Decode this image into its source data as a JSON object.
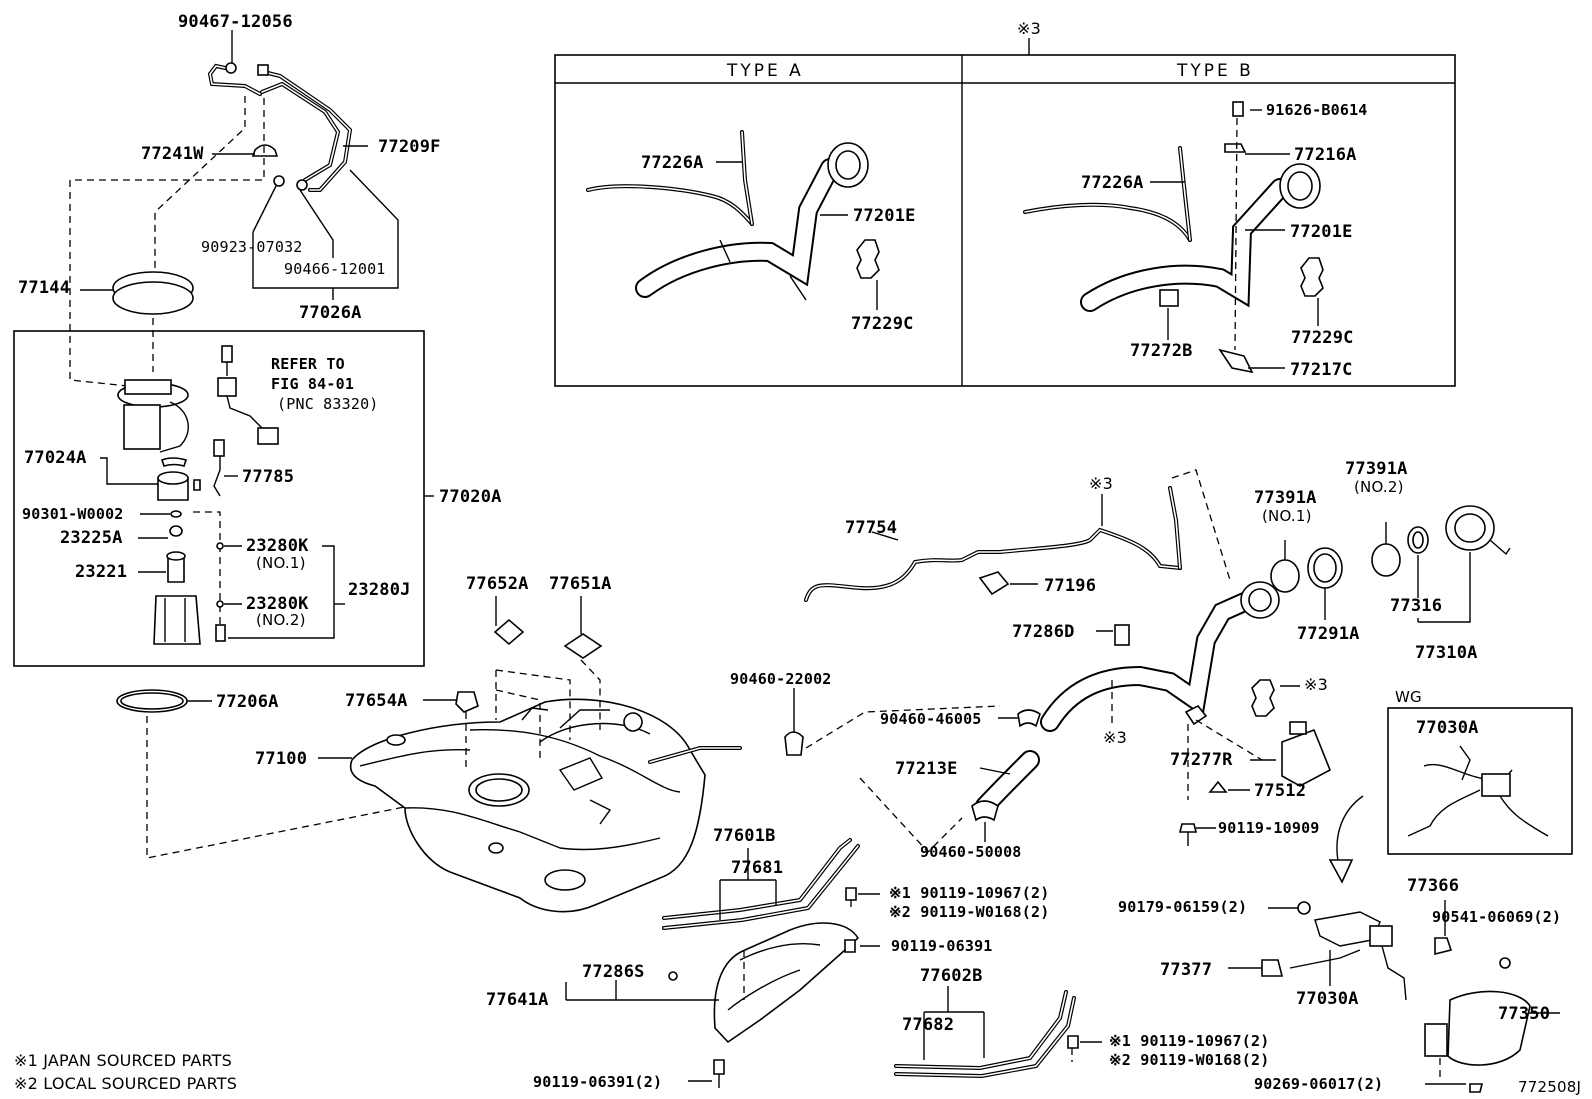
{
  "labels": {
    "p9046712056": "90467-12056",
    "p77241W": "77241W",
    "p77209F": "77209F",
    "p9092307032": "90923-07032",
    "p9046612001": "90466-12001",
    "p77144": "77144",
    "p77026A": "77026A",
    "refer1": "REFER TO",
    "refer2": "FIG 84-01",
    "refer3": "(PNC 83320)",
    "p77024A": "77024A",
    "p77785": "77785",
    "p77020A": "77020A",
    "p90301W0002": "90301-W0002",
    "p23225A": "23225A",
    "p23280K_1": "23280K",
    "no1_23280": "(NO.1)",
    "p23221": "23221",
    "p23280K_2": "23280K",
    "p23280J": "23280J",
    "no2_23280": "(NO.2)",
    "p77206A": "77206A",
    "p77654A": "77654A",
    "p77652A": "77652A",
    "p77651A": "77651A",
    "p77100": "77100",
    "ref3_header": "※3",
    "typeA": "TYPE  A",
    "typeB": "TYPE  B",
    "a77226A": "77226A",
    "a77201E": "77201E",
    "a77229C": "77229C",
    "b91626B0614": "91626-B0614",
    "b77216A": "77216A",
    "b77226A": "77226A",
    "b77201E": "77201E",
    "b77229C": "77229C",
    "b77272B": "77272B",
    "b77217C": "77217C",
    "p77754": "77754",
    "ref3_a": "※3",
    "p77196": "77196",
    "p77391A_1": "77391A",
    "no1_77391": "(NO.1)",
    "p77391A_2": "77391A",
    "no2_77391": "(NO.2)",
    "p77286D": "77286D",
    "p77291A": "77291A",
    "p77316": "77316",
    "p77310A": "77310A",
    "ref3_b": "※3",
    "p9046022002": "90460-22002",
    "p9046046005": "90460-46005",
    "ref3_c": "※3",
    "p77213E": "77213E",
    "p77277R": "77277R",
    "p77512": "77512",
    "p9011910909": "90119-10909",
    "p9046050008": "90460-50008",
    "wg": "WG",
    "p77030A_wg": "77030A",
    "p77601B": "77601B",
    "p77681": "77681",
    "n1_9011910967_a": "※1 90119-10967(2)",
    "n2_90119W0168_a": "※2 90119-W0168(2)",
    "p9011906391": "90119-06391",
    "p77286S": "77286S",
    "p77641A": "77641A",
    "p9011906391_2": "90119-06391(2)",
    "p77602B": "77602B",
    "p77682": "77682",
    "n1_9011910967_b": "※1 90119-10967(2)",
    "n2_90119W0168_b": "※2 90119-W0168(2)",
    "p9017906159": "90179-06159(2)",
    "p77366": "77366",
    "p9054106069": "90541-06069(2)",
    "p77377": "77377",
    "p77030A": "77030A",
    "p77350": "77350",
    "p9026906017": "90269-06017(2)",
    "note1": "※1 JAPAN SOURCED PARTS",
    "note2": "※2 LOCAL SOURCED PARTS",
    "figcode": "772508J"
  }
}
